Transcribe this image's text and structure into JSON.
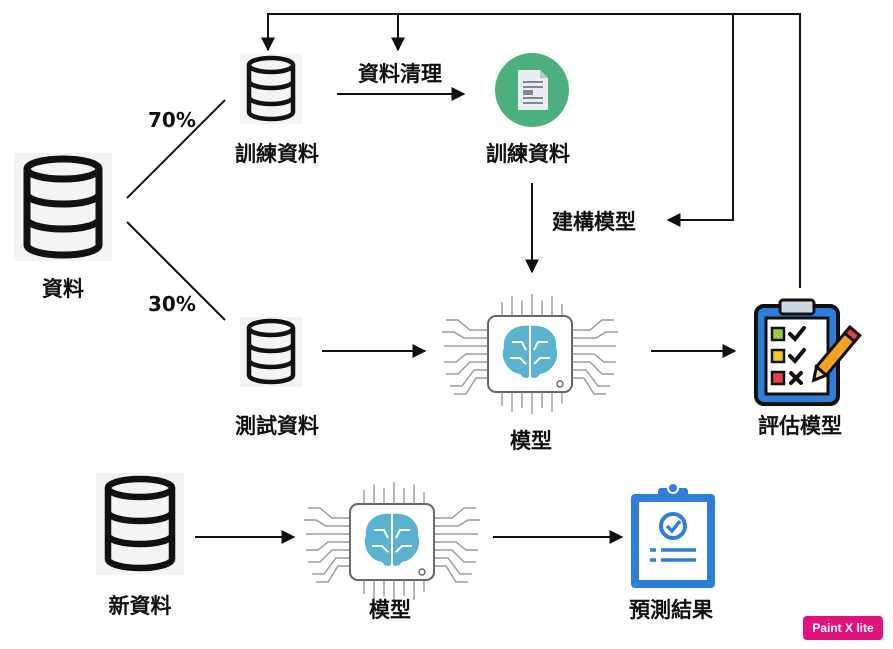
{
  "diagram": {
    "labels": {
      "source_data": "資料",
      "pct_train": "70%",
      "pct_test": "30%",
      "train_data": "訓練資料",
      "data_cleaning": "資料清理",
      "cleaned_train_data": "訓練資料",
      "build_model": "建構模型",
      "test_data": "測試資料",
      "model": "模型",
      "evaluate_model": "評估模型",
      "new_data": "新資料",
      "model_2": "模型",
      "prediction": "預測結果"
    },
    "watermark": "Paint X lite",
    "colors": {
      "doc_circle": "#4caf7d",
      "brain": "#5bb3d0",
      "clipboard_blue": "#2d7fd9",
      "line": "#111111"
    }
  }
}
